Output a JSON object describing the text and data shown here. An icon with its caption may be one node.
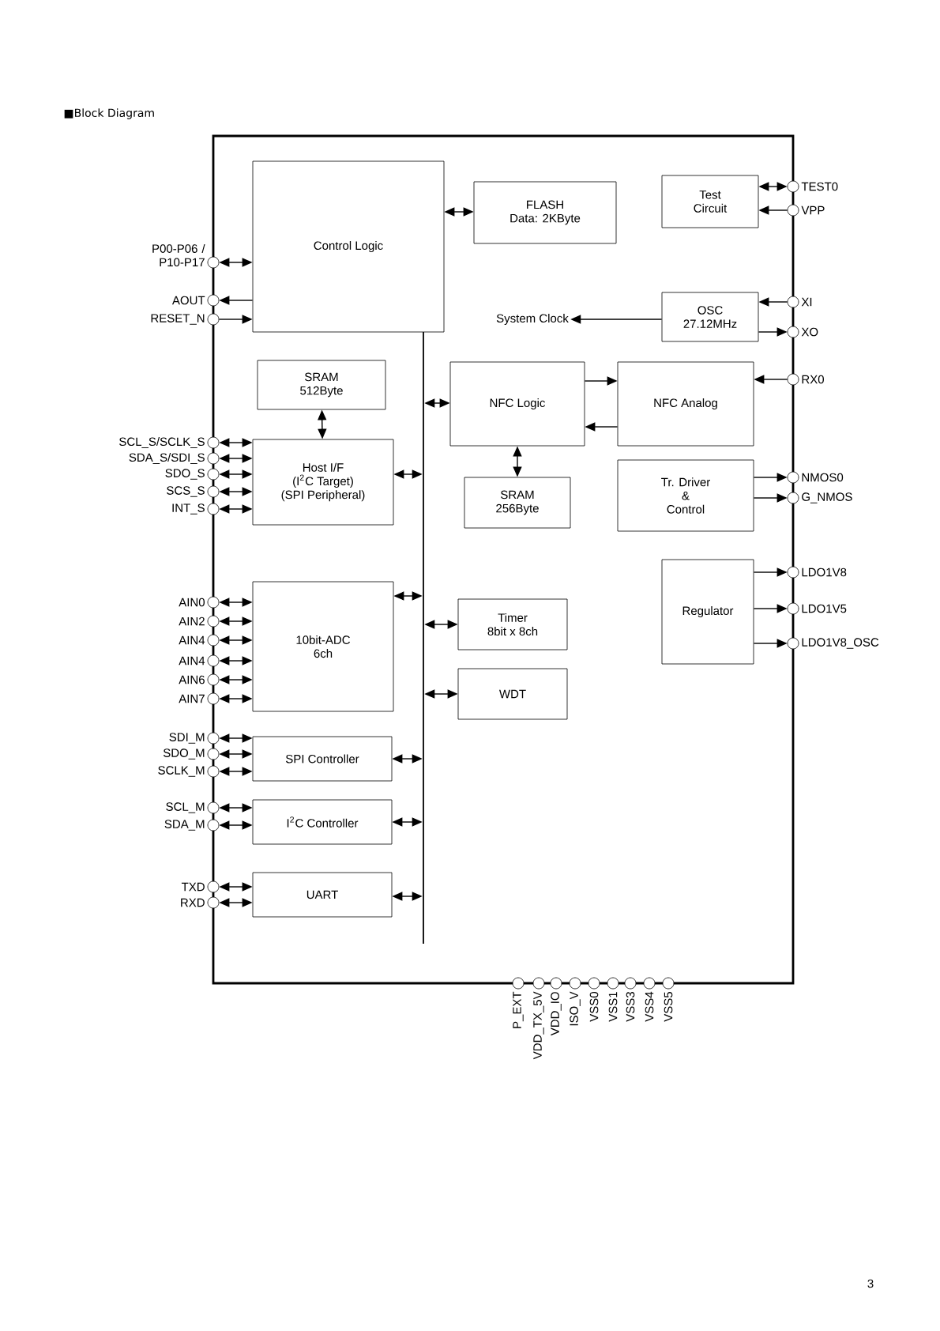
{
  "diagram": {
    "title": "■Block Diagram",
    "nodes": [
      {
        "text": [],
        "shape": "box"
      },
      {
        "text": [
          "Control Logic"
        ],
        "in": 0
      },
      {
        "text": [
          "FLASH",
          "Data: 2KByte"
        ],
        "in": 0
      },
      {
        "text": [
          "Test Circuit"
        ],
        "in": 0
      },
      {
        "text": [
          "OSC",
          "27.12MHz"
        ],
        "in": 0
      },
      {
        "text": [
          "System Clock"
        ],
        "in": 0
      },
      {
        "text": [
          "SRAM",
          "512Byte"
        ],
        "in": 0
      },
      {
        "text": [
          "NFC Logic"
        ],
        "in": 0
      },
      {
        "text": [
          "NFC Analog"
        ],
        "in": 0
      },
      {
        "text": [
          "Host I/F",
          "(I$^{2}$C Target)",
          "(SPI Peripheral)"
        ],
        "in": 0
      },
      {
        "text": [
          "SRAM",
          "256Byte"
        ],
        "in": 0
      },
      {
        "text": [
          "Tr. Driver",
          "&",
          "Control"
        ],
        "in": 0
      },
      {
        "text": [
          "10bit-ADC",
          "6ch"
        ],
        "in": 0
      },
      {
        "text": [
          "Timer",
          "8bit x 8ch"
        ],
        "in": 0
      },
      {
        "text": [
          "WDT"
        ],
        "in": 0
      },
      {
        "text": [
          "Regulator"
        ],
        "in": 0
      },
      {
        "text": [
          "SPI Controller"
        ],
        "in": 0
      },
      {
        "text": [
          "I$^{2}$C Controller"
        ],
        "in": 0
      },
      {
        "text": [
          "UART"
        ],
        "in": 0
      },
      {
        "text": [],
        "shape": "bar",
        "in": 0
      },
      {
        "text": [],
        "shape": "circle",
        "beside": [
          "P00-P06 / P10-P17"
        ]
      },
      {
        "text": [],
        "shape": "circle",
        "beside": [
          "AOUT"
        ]
      },
      {
        "text": [],
        "shape": "circle",
        "beside": [
          "RESET_N"
        ]
      },
      {
        "text": [],
        "shape": "circle",
        "beside": [
          "SCL_S/SCLK_S"
        ]
      },
      {
        "text": [],
        "shape": "circle",
        "beside": [
          "SDA_S/SDI_S"
        ]
      },
      {
        "text": [],
        "shape": "circle",
        "beside": [
          "SDO_S"
        ]
      },
      {
        "text": [],
        "shape": "circle",
        "beside": [
          "SCS_S"
        ]
      },
      {
        "text": [],
        "shape": "circle",
        "beside": [
          "INT_S"
        ]
      },
      {
        "text": [],
        "shape": "circle",
        "beside": [
          "AIN0"
        ]
      },
      {
        "text": [],
        "shape": "circle",
        "beside": [
          "AIN2"
        ]
      },
      {
        "text": [],
        "shape": "circle",
        "beside": [
          "AIN4"
        ]
      },
      {
        "text": [],
        "shape": "circle",
        "beside": [
          "AIN4"
        ]
      },
      {
        "text": [],
        "shape": "circle",
        "beside": [
          "AIN6"
        ]
      },
      {
        "text": [],
        "shape": "circle",
        "beside": [
          "AIN7"
        ]
      },
      {
        "text": [],
        "shape": "circle",
        "beside": [
          "SDI_M"
        ]
      },
      {
        "text": [],
        "shape": "circle",
        "beside": [
          "SDO_M"
        ]
      },
      {
        "text": [],
        "shape": "circle",
        "beside": [
          "SCLK_M"
        ]
      },
      {
        "text": [],
        "shape": "circle",
        "beside": [
          "SCL_M"
        ]
      },
      {
        "text": [],
        "shape": "circle",
        "beside": [
          "SDA_M"
        ]
      },
      {
        "text": [],
        "shape": "circle",
        "beside": [
          "TXD"
        ]
      },
      {
        "text": [],
        "shape": "circle",
        "beside": [
          "RXD"
        ]
      },
      {
        "text": [],
        "shape": "circle",
        "beside": [
          "TEST0"
        ]
      },
      {
        "text": [],
        "shape": "circle",
        "beside": [
          "VPP"
        ]
      },
      {
        "text": [],
        "shape": "circle",
        "beside": [
          "XI"
        ]
      },
      {
        "text": [],
        "shape": "circle",
        "beside": [
          "XO"
        ]
      },
      {
        "text": [],
        "shape": "circle",
        "beside": [
          "RX0"
        ]
      },
      {
        "text": [],
        "shape": "circle",
        "beside": [
          "NMOS0"
        ]
      },
      {
        "text": [],
        "shape": "circle",
        "beside": [
          "G_NMOS"
        ]
      },
      {
        "text": [],
        "shape": "circle",
        "beside": [
          "LDO1V8"
        ]
      },
      {
        "text": [],
        "shape": "circle",
        "beside": [
          "LDO1V5"
        ]
      },
      {
        "text": [],
        "shape": "circle",
        "beside": [
          "LDO1V8_OSC"
        ]
      },
      {
        "text": [],
        "shape": "circle",
        "beside": [
          "P_EXT"
        ]
      },
      {
        "text": [],
        "shape": "circle",
        "beside": [
          "VDD_TX_5V"
        ]
      },
      {
        "text": [],
        "shape": "circle",
        "beside": [
          "VDD_IO"
        ]
      },
      {
        "text": [],
        "shape": "circle",
        "beside": [
          "ISO_V"
        ]
      },
      {
        "text": [],
        "shape": "circle",
        "beside": [
          "VSS0"
        ]
      },
      {
        "text": [],
        "shape": "circle",
        "beside": [
          "VSS1"
        ]
      },
      {
        "text": [],
        "shape": "circle",
        "beside": [
          "VSS3"
        ]
      },
      {
        "text": [],
        "shape": "circle",
        "beside": [
          "VSS4"
        ]
      },
      {
        "text": [],
        "shape": "circle",
        "beside": [
          "VSS5"
        ]
      }
    ],
    "edges": [
      {
        "from": 20,
        "to": 1,
        "arrow": "both"
      },
      {
        "from": 1,
        "to": 21,
        "arrow": "to"
      },
      {
        "from": 22,
        "to": 1,
        "arrow": "to"
      },
      {
        "from": 23,
        "to": 9,
        "arrow": "both"
      },
      {
        "from": 24,
        "to": 9,
        "arrow": "both"
      },
      {
        "from": 25,
        "to": 9,
        "arrow": "both"
      },
      {
        "from": 26,
        "to": 9,
        "arrow": "both"
      },
      {
        "from": 27,
        "to": 9,
        "arrow": "both"
      },
      {
        "from": 28,
        "to": 12,
        "arrow": "both"
      },
      {
        "from": 29,
        "to": 12,
        "arrow": "both"
      },
      {
        "from": 30,
        "to": 12,
        "arrow": "both"
      },
      {
        "from": 31,
        "to": 12,
        "arrow": "both"
      },
      {
        "from": 32,
        "to": 12,
        "arrow": "both"
      },
      {
        "from": 33,
        "to": 12,
        "arrow": "both"
      },
      {
        "from": 34,
        "to": 16,
        "arrow": "both"
      },
      {
        "from": 35,
        "to": 16,
        "arrow": "both"
      },
      {
        "from": 36,
        "to": 16,
        "arrow": "both"
      },
      {
        "from": 37,
        "to": 17,
        "arrow": "both"
      },
      {
        "from": 38,
        "to": 17,
        "arrow": "both"
      },
      {
        "from": 39,
        "to": 18,
        "arrow": "both"
      },
      {
        "from": 40,
        "to": 18,
        "arrow": "both"
      },
      {
        "from": 41,
        "to": 3,
        "arrow": "both"
      },
      {
        "from": 42,
        "to": 3,
        "arrow": "to"
      },
      {
        "from": 43,
        "to": 4,
        "arrow": "to"
      },
      {
        "from": 4,
        "to": 44,
        "arrow": "to"
      },
      {
        "from": 45,
        "to": 8,
        "arrow": "to"
      },
      {
        "from": 11,
        "to": 46,
        "arrow": "to"
      },
      {
        "from": 11,
        "to": 47,
        "arrow": "to"
      },
      {
        "from": 15,
        "to": 48,
        "arrow": "to"
      },
      {
        "from": 15,
        "to": 49,
        "arrow": "to"
      },
      {
        "from": 15,
        "to": 50,
        "arrow": "to"
      },
      {
        "from": 1,
        "to": 2,
        "arrow": "both"
      },
      {
        "from": 6,
        "to": 9,
        "arrow": "both"
      },
      {
        "from": 9,
        "to": 19,
        "arrow": "both"
      },
      {
        "from": 19,
        "to": 7,
        "arrow": "both"
      },
      {
        "from": 7,
        "to": 8,
        "arrow": "to"
      },
      {
        "from": 8,
        "to": 7,
        "arrow": "to"
      },
      {
        "from": 7,
        "to": 10,
        "arrow": "both"
      },
      {
        "from": 12,
        "to": 19,
        "arrow": "both"
      },
      {
        "from": 19,
        "to": 13,
        "arrow": "both"
      },
      {
        "from": 19,
        "to": 14,
        "arrow": "both"
      },
      {
        "from": 16,
        "to": 19,
        "arrow": "both"
      },
      {
        "from": 17,
        "to": 19,
        "arrow": "both"
      },
      {
        "from": 18,
        "to": 19,
        "arrow": "both"
      },
      {
        "from": 4,
        "to": 5,
        "arrow": "to"
      }
    ],
    "labels": [
      "3"
    ]
  }
}
